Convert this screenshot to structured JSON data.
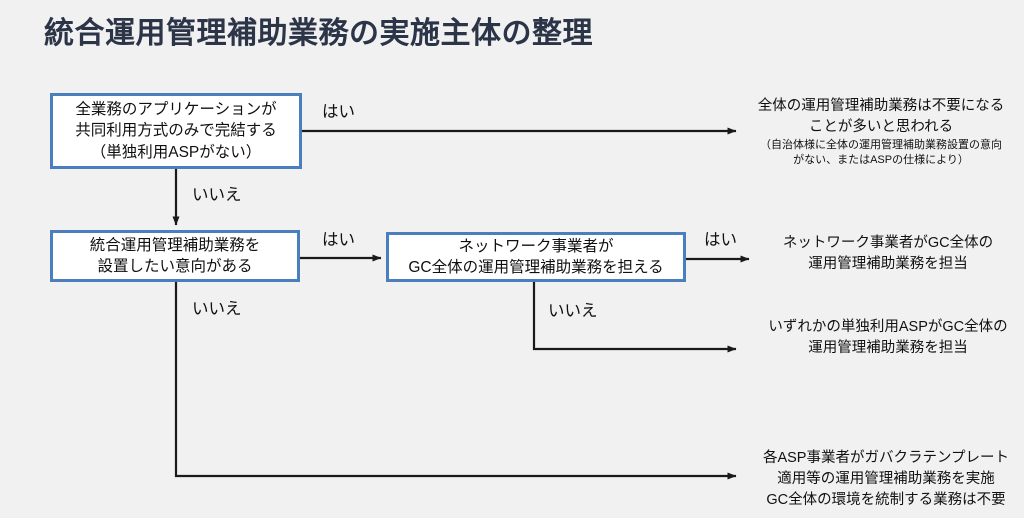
{
  "page": {
    "title": "統合運用管理補助業務の実施主体の整理",
    "background_color": "#f1f1f1",
    "title_color": "#2c3447",
    "node_border_color": "#4a7ebc",
    "node_fill_color": "#ffffff",
    "edge_color": "#1a1a1a"
  },
  "nodes": {
    "app_shared": {
      "line1": "全業務のアプリケーションが",
      "line2": "共同利用方式のみで完結する",
      "line3": "（単独利用ASPがない）"
    },
    "intent": {
      "line1": "統合運用管理補助業務を",
      "line2": "設置したい意向がある"
    },
    "network_operator": {
      "line1": "ネットワーク事業者が",
      "line2": "GC全体の運用管理補助業務を担える"
    }
  },
  "edge_labels": {
    "yes_1": "はい",
    "no_1": "いいえ",
    "yes_2": "はい",
    "no_2": "いいえ",
    "yes_3": "はい",
    "no_3": "いいえ"
  },
  "outcomes": {
    "not_needed": {
      "line1": "全体の運用管理補助業務は不要になる",
      "line2": "ことが多いと思われる",
      "note1": "（自治体様に全体の運用管理補助業務設置の意向",
      "note2": "がない、またはASPの仕様により）"
    },
    "network_in_charge": {
      "line1": "ネットワーク事業者がGC全体の",
      "line2": "運用管理補助業務を担当"
    },
    "single_asp_in_charge": {
      "line1": "いずれかの単独利用ASPがGC全体の",
      "line2": "運用管理補助業務を担当"
    },
    "each_asp": {
      "line1": "各ASP事業者がガバクラテンプレート",
      "line2": "適用等の運用管理補助業務を実施",
      "line3": "GC全体の環境を統制する業務は不要"
    }
  }
}
